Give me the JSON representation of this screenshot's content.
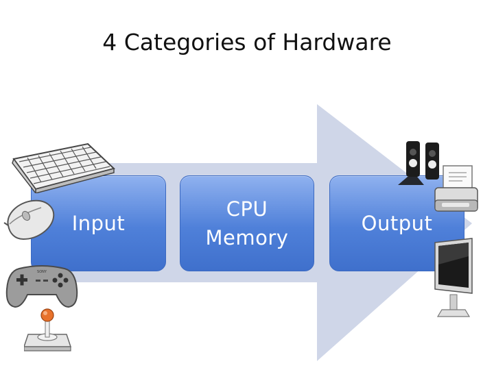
{
  "title": "4 Categories of Hardware",
  "stages": [
    {
      "lines": [
        "Input"
      ]
    },
    {
      "lines": [
        "CPU",
        "Memory"
      ]
    },
    {
      "lines": [
        "Output"
      ]
    }
  ],
  "input_devices": [
    "keyboard-icon",
    "mouse-icon",
    "gamepad-icon",
    "joystick-icon"
  ],
  "output_devices": [
    "speakers-icon",
    "printer-icon",
    "monitor-icon"
  ],
  "gamepad_brand": "SONY",
  "colors": {
    "arrow": "#cfd6e8",
    "box_top": "#8fb1ef",
    "box_bottom": "#3f70cc",
    "box_text": "#ffffff"
  }
}
